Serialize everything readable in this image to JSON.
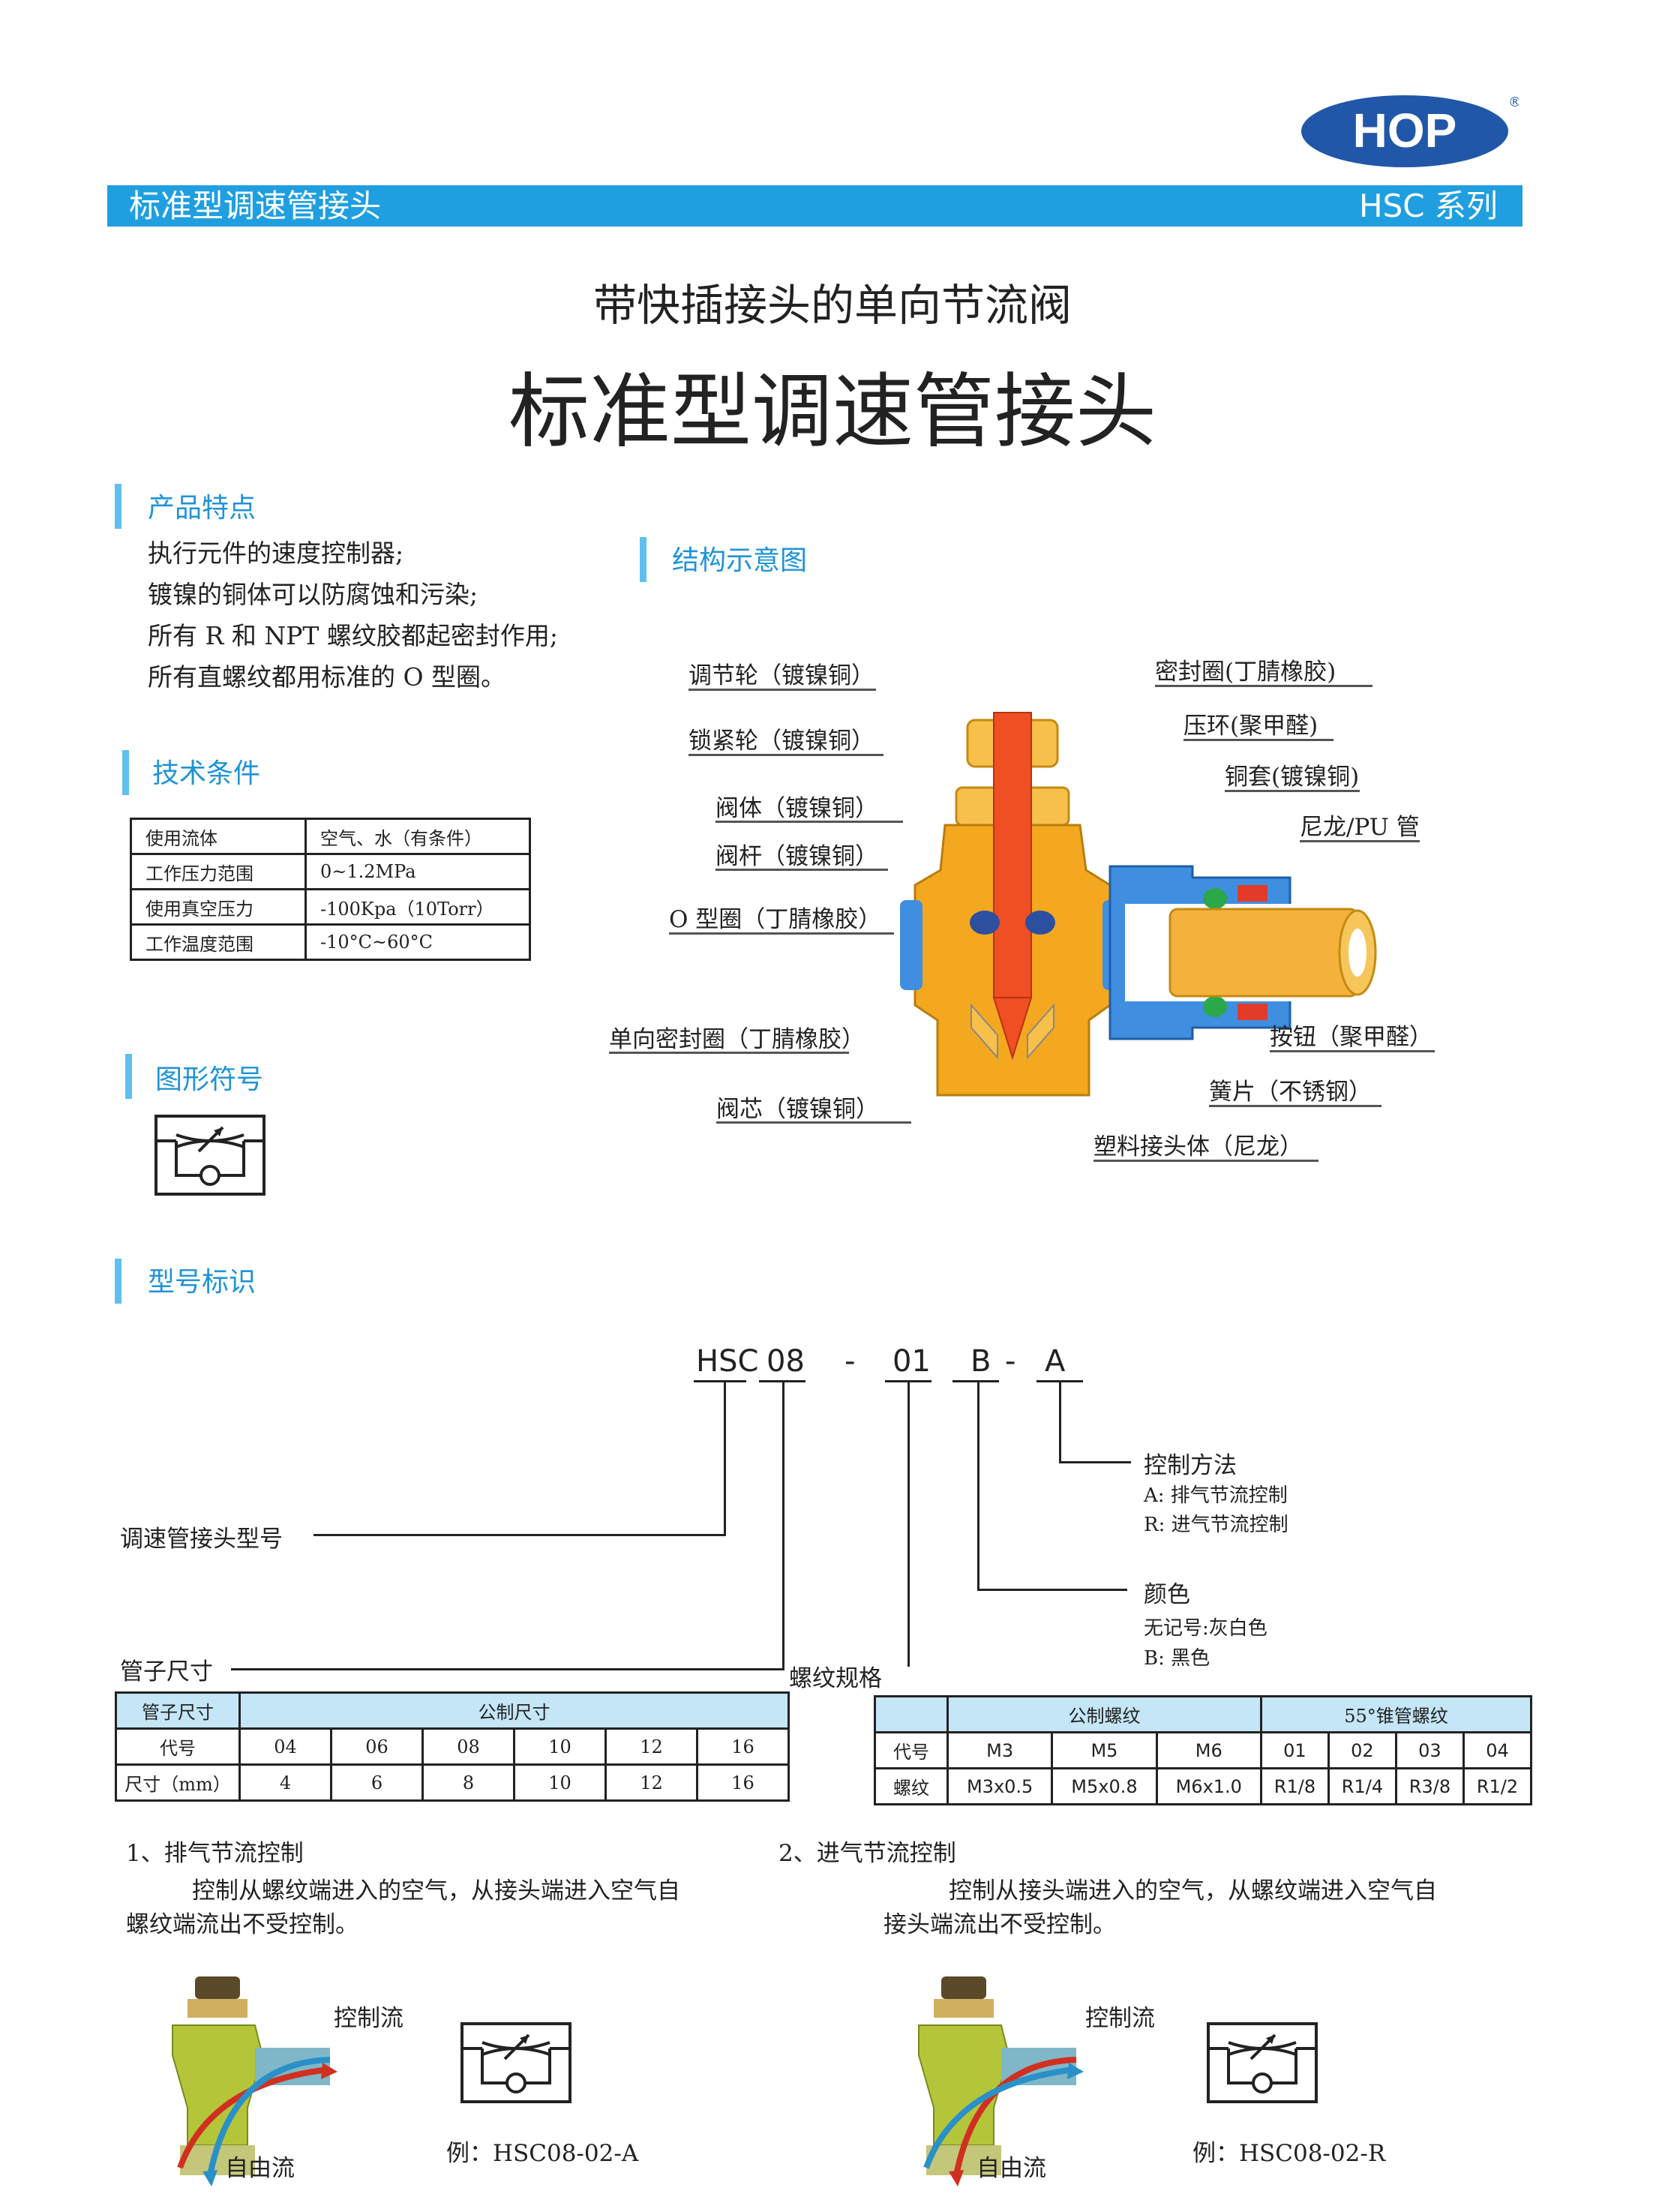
{
  "brand": {
    "logo": "HOP",
    "registered": "®"
  },
  "header": {
    "left": "标准型调速管接头",
    "right": "HSC 系列"
  },
  "title": {
    "subtitle": "带快插接头的单向节流阀",
    "main": "标准型调速管接头"
  },
  "features": {
    "heading": "产品特点",
    "items": [
      "执行元件的速度控制器;",
      "镀镍的铜体可以防腐蚀和污染;",
      "所有 R 和 NPT 螺纹胶都起密封作用;",
      "所有直螺纹都用标准的 O 型圈。"
    ]
  },
  "tech": {
    "heading": "技术条件",
    "rows": [
      {
        "k": "使用流体",
        "v": "空气、水（有条件）"
      },
      {
        "k": "工作压力范围",
        "v": "0~1.2MPa"
      },
      {
        "k": "使用真空压力",
        "v": "-100Kpa（10Torr）"
      },
      {
        "k": "工作温度范围",
        "v": "-10°C~60°C"
      }
    ]
  },
  "symbol": {
    "heading": "图形符号"
  },
  "structure": {
    "heading": "结构示意图",
    "labels": {
      "l1": "调节轮（镀镍铜）",
      "l2": "锁紧轮（镀镍铜）",
      "l3": "阀体（镀镍铜）",
      "l4": "阀杆（镀镍铜）",
      "l5": "O 型圈（丁腈橡胶）",
      "l6": "单向密封圈（丁腈橡胶）",
      "l7": "阀芯（镀镍铜）",
      "r1": "密封圈(丁腈橡胶)",
      "r2": "压环(聚甲醛)",
      "r3": "铜套(镀镍铜)",
      "r4": "尼龙/PU 管",
      "r5": "按钮（聚甲醛）",
      "r6": "簧片（不锈钢）",
      "r7": "塑料接头体（尼龙）"
    }
  },
  "model": {
    "heading": "型号标识",
    "code": {
      "p1": "HSC",
      "p2": "08",
      "d1": "-",
      "p3": "01",
      "p4": "B",
      "d2": "-",
      "p5": "A"
    },
    "model_label": "调速管接头型号",
    "control": {
      "title": "控制方法",
      "a": "A: 排气节流控制",
      "r": "R: 进气节流控制"
    },
    "color": {
      "title": "颜色",
      "none": "无记号:灰白色",
      "b": "B: 黑色"
    },
    "tube_label": "管子尺寸",
    "thread_label": "螺纹规格"
  },
  "tube_table": {
    "h1": "管子尺寸",
    "h2": "公制尺寸",
    "r1": "代号",
    "r2": "尺寸（mm）",
    "codes": [
      "04",
      "06",
      "08",
      "10",
      "12",
      "16"
    ],
    "sizes": [
      "4",
      "6",
      "8",
      "10",
      "12",
      "16"
    ]
  },
  "thread_table": {
    "h1": "公制螺纹",
    "h2": "55°锥管螺纹",
    "r1": "代号",
    "r2": "螺纹",
    "codes": [
      "M3",
      "M5",
      "M6",
      "01",
      "02",
      "03",
      "04"
    ],
    "values": [
      "M3x0.5",
      "M5x0.8",
      "M6x1.0",
      "R1/8",
      "R1/4",
      "R3/8",
      "R1/2"
    ]
  },
  "mode1": {
    "title": "1、排气节流控制",
    "desc1": "控制从螺纹端进入的空气，从接头端进入空气自",
    "desc2": "螺纹端流出不受控制。",
    "ctrl": "控制流",
    "free": "自由流",
    "example": "例：HSC08-02-A"
  },
  "mode2": {
    "title": "2、进气节流控制",
    "desc1": "控制从接头端进入的空气，从螺纹端进入空气自",
    "desc2": "接头端流出不受控制。",
    "ctrl": "控制流",
    "free": "自由流",
    "example": "例：HSC08-02-R"
  },
  "colors": {
    "accent": "#1f9fe0",
    "section": "#1f93d7",
    "table_head": "#c4e6f6",
    "brass": "#f4a81f",
    "rod": "#f04e23"
  }
}
